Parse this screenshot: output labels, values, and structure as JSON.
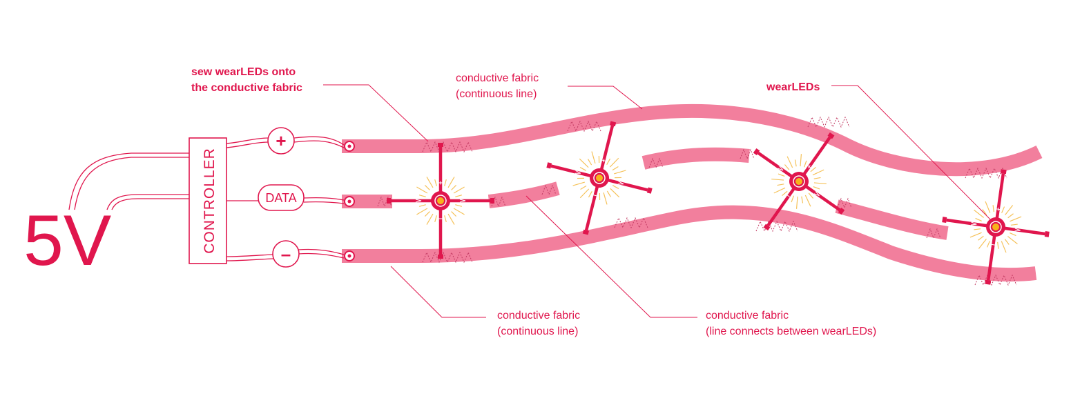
{
  "power_label": "5V",
  "controller_label": "CONTROLLER",
  "connectors": {
    "positive": "+",
    "data": "DATA",
    "negative": "–"
  },
  "callouts": {
    "sew": [
      "sew wearLEDs onto",
      "the conductive fabric"
    ],
    "top_fabric": [
      "conductive fabric",
      "(continuous line)"
    ],
    "wearleds": "wearLEDs",
    "bottom_fabric": [
      "conductive fabric",
      "(continuous line)"
    ],
    "data_fabric": [
      "conductive fabric",
      "(line connects between wearLEDs)"
    ]
  },
  "colors": {
    "accent": "#e0164d",
    "fabric": "#f27f9d",
    "stitch": "#c23a62",
    "glow": "#f5c25a",
    "led_center": "#f7b21b"
  },
  "led_count": 4
}
